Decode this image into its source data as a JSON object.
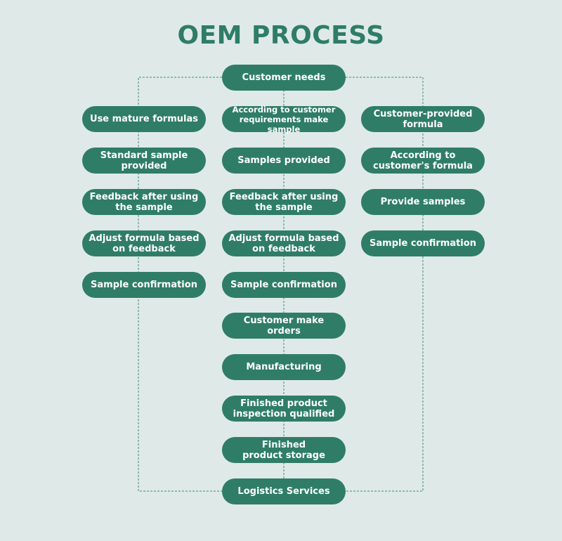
{
  "title": "OEM PROCESS",
  "colors": {
    "background": "#dfeae8",
    "node": "#2f7d66",
    "node_text": "#ffffff",
    "connector": "#3f8a73"
  },
  "top": "Customer needs",
  "bottom": "Logistics Services",
  "left_column": [
    "Use mature formulas",
    "Standard sample\nprovided",
    "Feedback after using\nthe sample",
    "Adjust formula based\non feedback",
    "Sample confirmation"
  ],
  "center_column": [
    "According to customer\nrequirements make sample",
    "Samples provided",
    "Feedback after using\nthe sample",
    "Adjust formula based\non feedback",
    "Sample confirmation",
    "Customer make orders",
    "Manufacturing",
    "Finished product\ninspection qualified",
    "Finished\nproduct storage"
  ],
  "right_column": [
    "Customer-provided\nformula",
    "According to\ncustomer's formula",
    "Provide samples",
    "Sample confirmation"
  ]
}
